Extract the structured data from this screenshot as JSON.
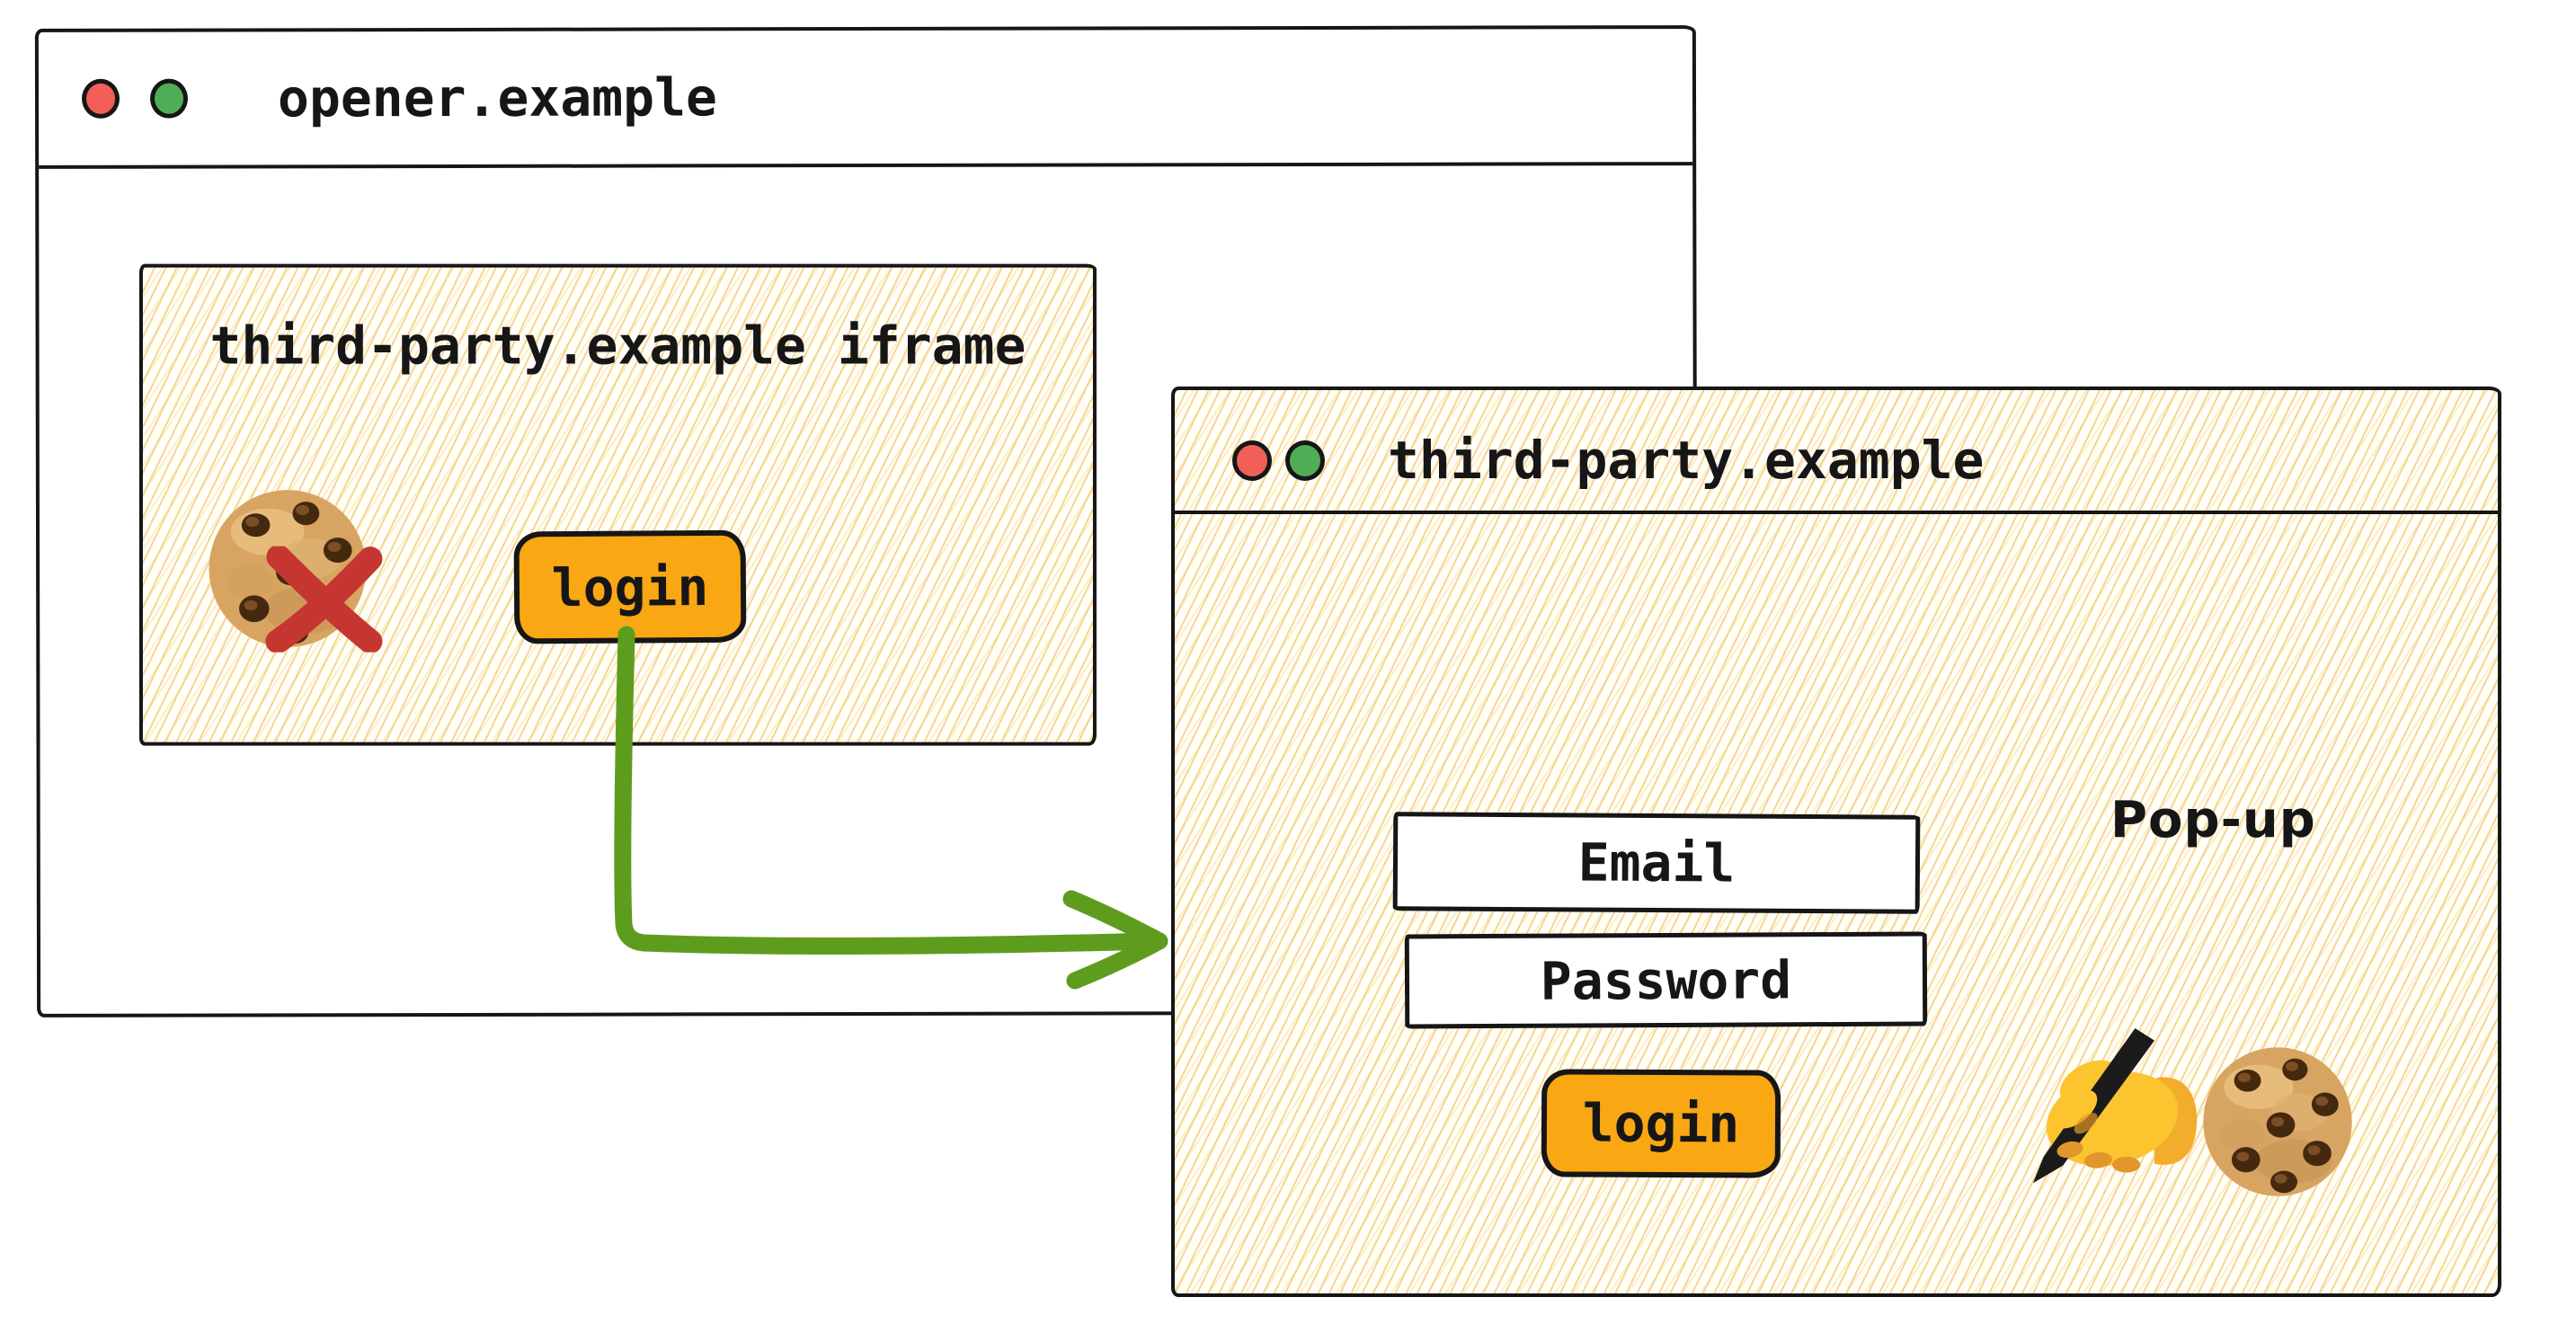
{
  "colors": {
    "ink": "#161616",
    "accent_orange": "#F9A713",
    "arrow_green": "#5E9C1E",
    "cross_red": "#C53631",
    "traffic_red": "#F15F58",
    "traffic_green": "#4FAE55",
    "window_bg": "#FFFFFF",
    "hachure_bg": "#FFFEF7",
    "hatch_line": "rgba(246,206,132,0.85)",
    "hatch_line_soft": "rgba(250,226,168,0.6)"
  },
  "opener_window": {
    "title": "opener.example",
    "traffic_light_icons": [
      "red-circle",
      "green-circle"
    ],
    "iframe": {
      "heading": "third-party.example iframe",
      "login_button_label": "login",
      "cookie_icon": "cookie",
      "blocked_icon": "cross-mark"
    }
  },
  "popup_window": {
    "title": "third-party.example",
    "annotation_label": "Pop-up",
    "traffic_light_icons": [
      "red-circle",
      "green-circle"
    ],
    "email_placeholder": "Email",
    "password_placeholder": "Password",
    "login_button_label": "login",
    "decoration_icons": [
      "writing-hand",
      "cookie"
    ]
  }
}
